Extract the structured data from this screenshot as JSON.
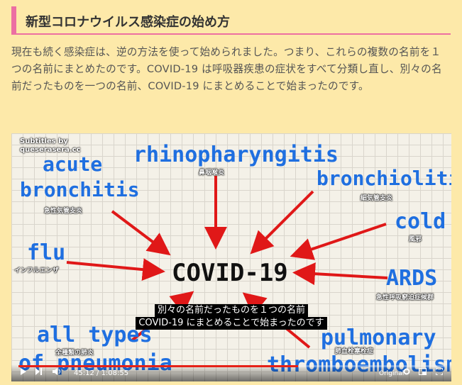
{
  "heading": {
    "title": "新型コロナウイルス感染症の始め方"
  },
  "intro": {
    "text": "現在も続く感染症は、逆の方法を使って始められました。つまり、これらの複数の名前を１つの名前にまとめたのです。COVID-19 は呼吸器疾患の症状をすべて分類し直し、別々の名前だったものを一つの名前、COVID-19 にまとめることで始まったのです。"
  },
  "video": {
    "credit_line1": "Subtitles by",
    "credit_line2": "queserasera.cc",
    "center": "COVID-19",
    "terms": {
      "acute1": "acute",
      "acute2": "bronchitis",
      "acute_jp": "急性気管支炎",
      "rhino": "rhinopharyngitis",
      "rhino_jp": "鼻咽喉炎",
      "bronchiolitis": "bronchiolitis",
      "bronchiolitis_jp": "細気管支炎",
      "cold": "cold",
      "cold_jp": "風邪",
      "flu": "flu",
      "flu_jp": "インフルエンザ",
      "ards": "ARDS",
      "ards_jp": "急性呼吸窮迫症候群",
      "pneu1": "all types",
      "pneu2": "of pneumonia",
      "pneu_jp": "全種類の肺炎",
      "pulm1": "pulmonary",
      "pulm2": "thromboembolism",
      "pulm_jp": "肺血栓塞栓症"
    },
    "subtitle_line1": "別々の名前だったものを１つの名前",
    "subtitle_line2": "COVID-19 にまとめることで始まったのです",
    "time_current": "45:12",
    "time_total": "1:08:55",
    "time_sep": "/",
    "progress": 0.656,
    "badge": "Original",
    "icons": [
      "play-icon",
      "next-icon",
      "volume-icon",
      "settings-icon",
      "miniplayer-icon",
      "fullscreen-icon"
    ]
  }
}
